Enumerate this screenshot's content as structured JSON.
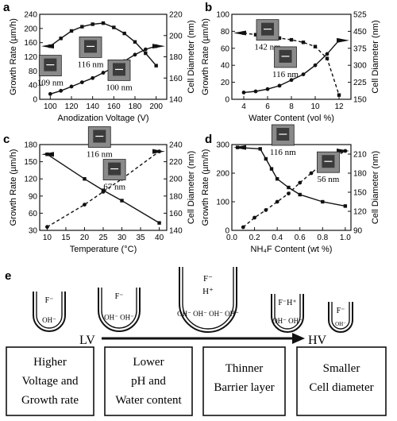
{
  "chart_data": [
    {
      "type": "line",
      "panel": "a",
      "xlabel": "Anodization Voltage (V)",
      "ylabel": "Growth Rate (µm/h)",
      "y2label": "Cell Diameter (nm)",
      "xlim": [
        90,
        210
      ],
      "ylim": [
        0,
        240
      ],
      "y2lim": [
        140,
        220
      ],
      "xticks": [
        100,
        120,
        140,
        160,
        180,
        200
      ],
      "yticks": [
        0,
        40,
        80,
        120,
        160,
        200,
        240
      ],
      "y2ticks": [
        140,
        160,
        180,
        200,
        220
      ],
      "series": [
        {
          "axis": "left",
          "style": "solid",
          "marker": "square",
          "x": [
            100,
            110,
            120,
            130,
            140,
            150,
            160,
            170,
            180,
            190,
            200
          ],
          "y": [
            150,
            172,
            193,
            205,
            212,
            215,
            203,
            186,
            162,
            130,
            95
          ]
        },
        {
          "axis": "right",
          "style": "solid-fit",
          "marker": "circle",
          "x": [
            100,
            110,
            120,
            130,
            140,
            150,
            160,
            170,
            180,
            190,
            200
          ],
          "y": [
            145,
            148,
            152,
            156,
            160,
            165,
            170,
            176,
            182,
            187,
            190
          ]
        }
      ],
      "annotations": [
        {
          "text": "109 nm",
          "x": 100,
          "y": 48
        },
        {
          "text": "116 nm",
          "x": 138,
          "y": 100
        },
        {
          "text": "100 nm",
          "x": 165,
          "y": 35
        }
      ]
    },
    {
      "type": "line",
      "panel": "b",
      "xlabel": "Water Content (vol %)",
      "ylabel": "Growth Rate (µm/h)",
      "y2label": "Cell Diameter (nm)",
      "xlim": [
        3,
        13
      ],
      "ylim": [
        0,
        100
      ],
      "y2lim": [
        150,
        525
      ],
      "xticks": [
        4,
        6,
        8,
        10,
        12
      ],
      "yticks": [
        0,
        20,
        40,
        60,
        80,
        100
      ],
      "y2ticks": [
        150,
        225,
        300,
        375,
        450,
        525
      ],
      "series": [
        {
          "axis": "left",
          "style": "dashed",
          "marker": "square",
          "x": [
            4,
            5,
            6,
            7,
            8,
            9,
            10,
            11,
            12
          ],
          "y": [
            78,
            76,
            74,
            72,
            70,
            67,
            62,
            48,
            5
          ]
        },
        {
          "axis": "right",
          "style": "solid-fit",
          "marker": "circle",
          "x": [
            4,
            5,
            6,
            7,
            8,
            9,
            10,
            11,
            12
          ],
          "y": [
            180,
            185,
            195,
            210,
            235,
            260,
            300,
            350,
            410
          ]
        }
      ],
      "annotations": [
        {
          "text": "142 nm",
          "x": 6,
          "y": 62
        },
        {
          "text": "116 nm",
          "x": 7.5,
          "y": 30
        }
      ]
    },
    {
      "type": "line",
      "panel": "c",
      "xlabel": "Temperature (°C)",
      "ylabel": "Growth Rate (µm/h)",
      "y2label": "Cell Diameter (nm)",
      "xlim": [
        8,
        42
      ],
      "ylim": [
        30,
        180
      ],
      "y2lim": [
        140,
        240
      ],
      "xticks": [
        10,
        15,
        20,
        25,
        30,
        35,
        40
      ],
      "yticks": [
        30,
        60,
        90,
        120,
        150,
        180
      ],
      "y2ticks": [
        140,
        160,
        180,
        200,
        220,
        240
      ],
      "series": [
        {
          "axis": "left",
          "style": "solid",
          "marker": "square",
          "x": [
            10,
            20,
            25,
            30,
            40
          ],
          "y": [
            163,
            120,
            100,
            82,
            43
          ]
        },
        {
          "axis": "right",
          "style": "dashed",
          "marker": "circle",
          "x": [
            10,
            20,
            25,
            30,
            40
          ],
          "y": [
            144,
            170,
            185,
            200,
            232
          ]
        }
      ],
      "annotations": [
        {
          "text": "116 nm",
          "x": 24,
          "y": 164
        },
        {
          "text": "67 nm",
          "x": 28,
          "y": 107
        }
      ]
    },
    {
      "type": "line",
      "panel": "d",
      "xlabel": "NH₄F Content (wt %)",
      "ylabel": "Growth Rate (µm/h)",
      "y2label": "Cell Diameter (nm)",
      "xlim": [
        0,
        1.05
      ],
      "ylim": [
        0,
        300
      ],
      "y2lim": [
        90,
        225
      ],
      "xticks": [
        0.0,
        0.2,
        0.4,
        0.6,
        0.8,
        1.0
      ],
      "yticks": [
        0,
        100,
        200,
        300
      ],
      "y2ticks": [
        90,
        120,
        150,
        180,
        210
      ],
      "series": [
        {
          "axis": "left",
          "style": "solid",
          "marker": "square",
          "x": [
            0.05,
            0.25,
            0.3,
            0.35,
            0.4,
            0.5,
            0.6,
            0.8,
            1.0
          ],
          "y": [
            290,
            285,
            250,
            215,
            180,
            150,
            125,
            100,
            85
          ]
        },
        {
          "axis": "right",
          "style": "dashed",
          "marker": "circle",
          "x": [
            0.1,
            0.2,
            0.3,
            0.4,
            0.5,
            0.6,
            0.7,
            0.8,
            1.0
          ],
          "y": [
            95,
            110,
            122,
            135,
            148,
            165,
            180,
            195,
            215
          ]
        }
      ],
      "annotations": [
        {
          "text": "116 nm",
          "x": 0.45,
          "y": 275
        },
        {
          "text": "56 nm",
          "x": 0.85,
          "y": 180
        }
      ]
    }
  ],
  "panel_labels": {
    "a": "a",
    "b": "b",
    "c": "c",
    "d": "d",
    "e": "e"
  },
  "schematic": {
    "lv_label": "LV",
    "hv_label": "HV",
    "pores": [
      {
        "top": "F⁻",
        "bottom": "OH⁻"
      },
      {
        "top": "F⁻",
        "bottom": "OH⁻ OH⁻"
      },
      {
        "top": "F⁻",
        "middle": "H⁺",
        "bottom": "OH⁻ OH⁻ OH⁻ OH⁻"
      },
      {
        "top": "F⁻H⁺",
        "bottom": "OH⁻ OH⁻"
      },
      {
        "top": "F⁻",
        "bottom": "OH⁻"
      }
    ],
    "boxes": [
      {
        "line1": "Higher",
        "line2": "Voltage and",
        "line3": "Growth rate"
      },
      {
        "line1": "Lower",
        "line2": "pH and",
        "line3": "Water content"
      },
      {
        "line1": "Thinner",
        "line2": "Barrier layer",
        "line3": ""
      },
      {
        "line1": "Smaller",
        "line2": "Cell diameter",
        "line3": ""
      }
    ]
  },
  "colors": {
    "ink": "#111111",
    "inset": "#8a8a8a",
    "inset_dark": "#3b3b3b"
  }
}
